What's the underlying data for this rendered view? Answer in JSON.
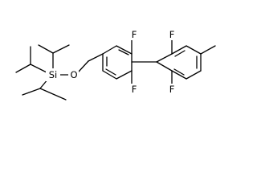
{
  "diagram": {
    "type": "chemical-structure",
    "atoms": {
      "si": "Si",
      "o": "O",
      "f_upper_left": "F",
      "f_lower_left": "F",
      "f_upper_right": "F",
      "f_lower_right": "F"
    }
  }
}
